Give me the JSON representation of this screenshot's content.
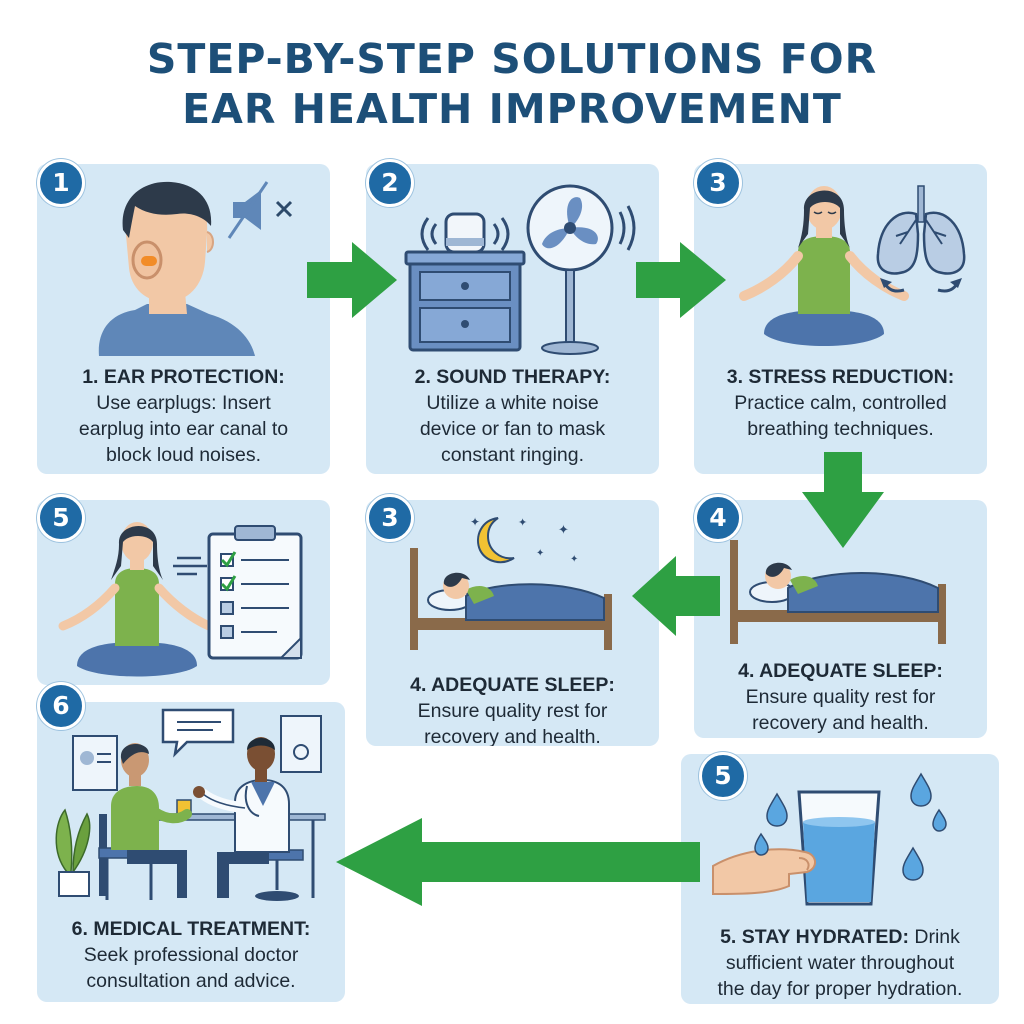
{
  "title": {
    "line1": "STEP-BY-STEP SOLUTIONS FOR",
    "line2": "EAR HEALTH IMPROVEMENT"
  },
  "cards": [
    {
      "badge": "1",
      "heading": "1. EAR PROTECTION:",
      "lines": [
        "Use earplugs: Insert",
        "earplug into ear canal to",
        "block loud noises."
      ]
    },
    {
      "badge": "2",
      "heading": "2. SOUND THERAPY:",
      "lines": [
        "Utilize a white noise",
        "device or fan to mask",
        "constant ringing."
      ]
    },
    {
      "badge": "3",
      "heading": "3. STRESS REDUCTION:",
      "lines": [
        "Practice calm, controlled",
        "breathing techniques."
      ]
    },
    {
      "badge": "5",
      "heading": "",
      "lines": []
    },
    {
      "badge": "3",
      "heading": "4. ADEQUATE SLEEP:",
      "lines": [
        "Ensure quality rest for",
        "recovery and health."
      ]
    },
    {
      "badge": "4",
      "heading": "4. ADEQUATE SLEEP:",
      "lines": [
        "Ensure quality rest for",
        "recovery and health."
      ]
    },
    {
      "badge": "6",
      "heading": "6. MEDICAL TREATMENT:",
      "lines": [
        "Seek professional doctor",
        "consultation and advice."
      ]
    },
    {
      "badge": "5",
      "heading": "5. STAY HYDRATED:",
      "heading_tail": " Drink",
      "lines": [
        "sufficient water throughout",
        "the day for proper hydration."
      ]
    }
  ],
  "colors": {
    "card": "#d5e8f5",
    "badge": "#1f6aa5",
    "arrow": "#2ea043",
    "title": "#1d4f78"
  },
  "icons": [
    "ear-plug-icon",
    "mute-icon",
    "white-noise-device-icon",
    "fan-icon",
    "meditation-icon",
    "lungs-icon",
    "checklist-icon",
    "moon-stars-icon",
    "bed-icon",
    "doctor-consultation-icon",
    "water-glass-icon",
    "water-drop-icon"
  ]
}
